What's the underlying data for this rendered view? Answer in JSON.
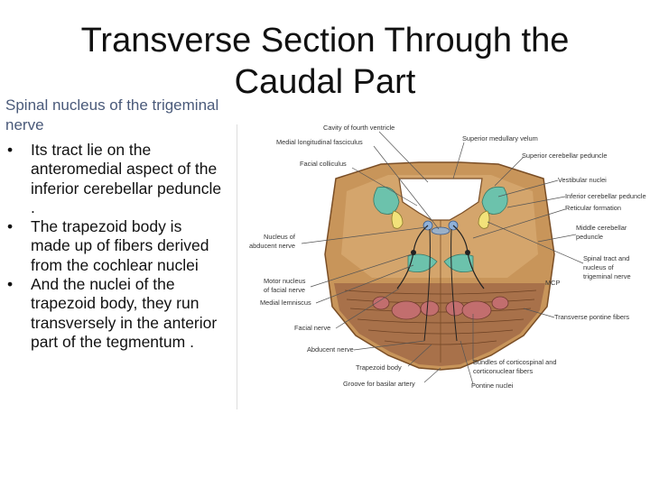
{
  "slide": {
    "title": "Transverse Section Through the Caudal Part",
    "subheading": "Spinal nucleus of the trigeminal nerve",
    "bullets": [
      "Its tract lie on the anteromedial aspect of the inferior cerebellar peduncle .",
      "The trapezoid body is made up of fibers derived from the cochlear nuclei",
      "And  the nuclei of the trapezoid body, they run transversely in the anterior part of the tegmentum ."
    ]
  },
  "figure": {
    "labels": {
      "cavity": "Cavity of fourth ventricle",
      "mlf": "Medial longitudinal fasciculus",
      "facial_colliculus": "Facial colliculus",
      "nucleus_abducent_1": "Nucleus of",
      "nucleus_abducent_2": "abducent nerve",
      "motor_facial_1": "Motor nucleus",
      "motor_facial_2": "of facial nerve",
      "medial_lemniscus": "Medial lemniscus",
      "facial_nerve": "Facial nerve",
      "abducent_nerve": "Abducent nerve",
      "trapezoid_body": "Trapezoid body",
      "groove": "Groove for basilar artery",
      "sup_velum": "Superior medullary velum",
      "sup_peduncle": "Superior cerebellar peduncle",
      "vestibular": "Vestibular nuclei",
      "inf_peduncle": "Inferior cerebellar peduncle",
      "reticular": "Reticular formation",
      "middle_peduncle_1": "Middle cerebellar",
      "middle_peduncle_2": "peduncle",
      "spinal_tract_1": "Spinal tract and",
      "spinal_tract_2": "nucleus of",
      "spinal_tract_3": "trigeminal nerve",
      "transverse_pontine": "Transverse pontine fibers",
      "bundles_1": "Bundles of corticospinal and",
      "bundles_2": "corticonuclear fibers",
      "pontine_nuclei": "Pontine nuclei",
      "mcp_abbrev": "MCP"
    },
    "colors": {
      "tissue": "#c8955a",
      "tissue_dark": "#8a5a2e",
      "nucleus_teal": "#6cc2ac",
      "tract_yellow": "#f2e27a",
      "ventricle": "#ffffff",
      "pontine_band": "#a8714a"
    }
  }
}
